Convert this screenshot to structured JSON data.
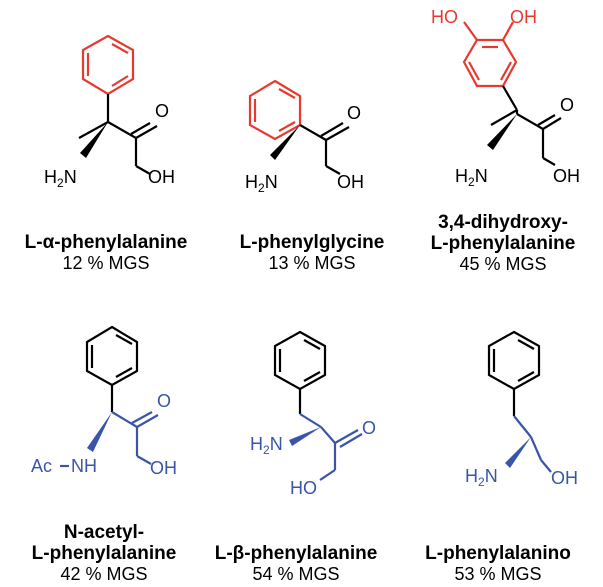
{
  "compounds": [
    {
      "name": "L-α-phenylalanine",
      "value": "12 % MGS",
      "color": "#e8392f"
    },
    {
      "name": "L-phenylglycine",
      "value": "13 % MGS",
      "color": "#e8392f"
    },
    {
      "name_line1": "3,4-dihydroxy-",
      "name_line2": "L-phenylalanine",
      "value": "45 % MGS",
      "color": "#e8392f"
    },
    {
      "name_line1": "N-acetyl-",
      "name_line2": "L-phenylalanine",
      "value": "42 % MGS",
      "color": "#3a55a8"
    },
    {
      "name": "L-β-phenylalanine",
      "value": "54 % MGS",
      "color": "#3a55a8"
    },
    {
      "name": "L-phenylalanino",
      "value": "53 % MGS",
      "color": "#3a55a8"
    }
  ],
  "labels": {
    "H": "H",
    "N": "N",
    "two": "2",
    "OH": "OH",
    "O": "O",
    "HO": "HO",
    "Ac": "Ac",
    "NH": "NH"
  }
}
